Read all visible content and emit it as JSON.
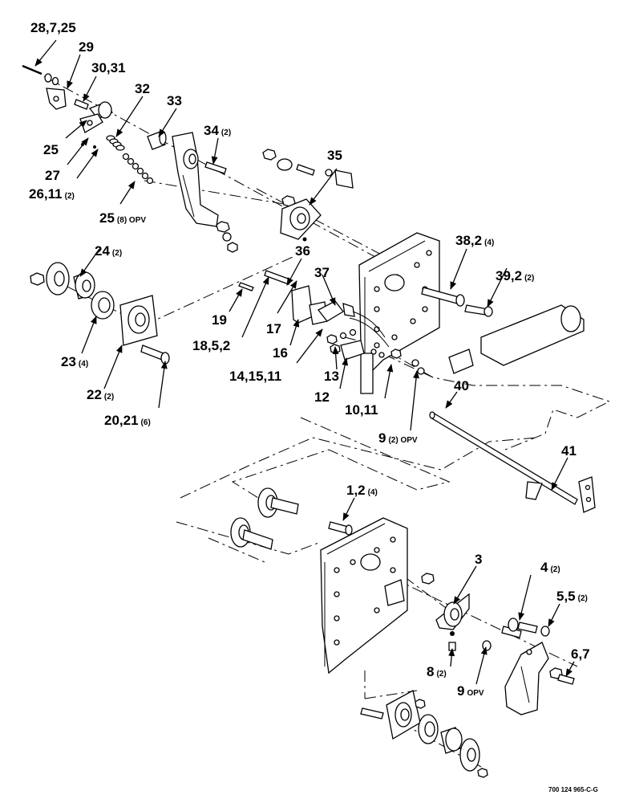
{
  "callouts": [
    {
      "id": "c-28-7-25",
      "text": "28,7,25",
      "sub": ""
    },
    {
      "id": "c-29",
      "text": "29",
      "sub": ""
    },
    {
      "id": "c-30-31",
      "text": "30,31",
      "sub": ""
    },
    {
      "id": "c-32",
      "text": "32",
      "sub": ""
    },
    {
      "id": "c-33",
      "text": "33",
      "sub": ""
    },
    {
      "id": "c-34",
      "text": "34",
      "sub": "(2)"
    },
    {
      "id": "c-35",
      "text": "35",
      "sub": ""
    },
    {
      "id": "c-25a",
      "text": "25",
      "sub": ""
    },
    {
      "id": "c-27",
      "text": "27",
      "sub": ""
    },
    {
      "id": "c-26-11",
      "text": "26,11",
      "sub": "(2)"
    },
    {
      "id": "c-25b",
      "text": "25",
      "sub": "(8) OPV"
    },
    {
      "id": "c-24",
      "text": "24",
      "sub": "(2)"
    },
    {
      "id": "c-36",
      "text": "36",
      "sub": ""
    },
    {
      "id": "c-37",
      "text": "37",
      "sub": ""
    },
    {
      "id": "c-38-2",
      "text": "38,2",
      "sub": "(4)"
    },
    {
      "id": "c-39-2",
      "text": "39,2",
      "sub": "(2)"
    },
    {
      "id": "c-19",
      "text": "19",
      "sub": ""
    },
    {
      "id": "c-17",
      "text": "17",
      "sub": ""
    },
    {
      "id": "c-18-5-2",
      "text": "18,5,2",
      "sub": ""
    },
    {
      "id": "c-16",
      "text": "16",
      "sub": ""
    },
    {
      "id": "c-23",
      "text": "23",
      "sub": "(4)"
    },
    {
      "id": "c-14-15-11",
      "text": "14,15,11",
      "sub": ""
    },
    {
      "id": "c-13",
      "text": "13",
      "sub": ""
    },
    {
      "id": "c-22",
      "text": "22",
      "sub": "(2)"
    },
    {
      "id": "c-12",
      "text": "12",
      "sub": ""
    },
    {
      "id": "c-10-11",
      "text": "10,11",
      "sub": ""
    },
    {
      "id": "c-40",
      "text": "40",
      "sub": ""
    },
    {
      "id": "c-20-21",
      "text": "20,21",
      "sub": "(6)"
    },
    {
      "id": "c-9a",
      "text": "9",
      "sub": "(2) OPV"
    },
    {
      "id": "c-41",
      "text": "41",
      "sub": ""
    },
    {
      "id": "c-1-2",
      "text": "1,2",
      "sub": "(4)"
    },
    {
      "id": "c-3",
      "text": "3",
      "sub": ""
    },
    {
      "id": "c-4",
      "text": "4",
      "sub": "(2)"
    },
    {
      "id": "c-5-5",
      "text": "5,5",
      "sub": "(2)"
    },
    {
      "id": "c-6-7",
      "text": "6,7",
      "sub": ""
    },
    {
      "id": "c-8",
      "text": "8",
      "sub": "(2)"
    },
    {
      "id": "c-9b",
      "text": "9",
      "sub": "OPV"
    }
  ],
  "drawing_number": "700 124 965-C-G"
}
